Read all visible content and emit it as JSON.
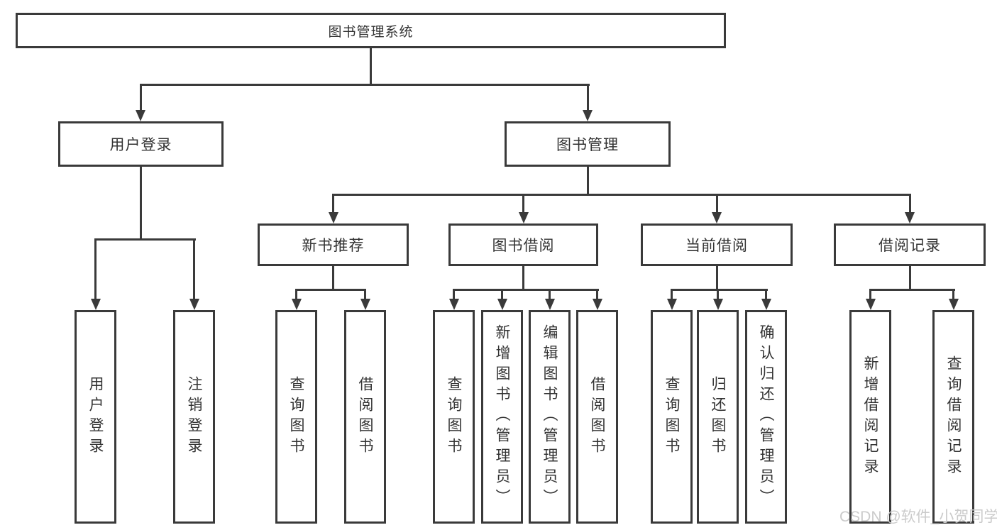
{
  "tree": {
    "label": "图书管理系统",
    "children": [
      {
        "label": "用户登录",
        "children": [
          {
            "label": "用户登录"
          },
          {
            "label": "注销登录"
          }
        ]
      },
      {
        "label": "图书管理",
        "children": [
          {
            "label": "新书推荐",
            "children": [
              {
                "label": "查询图书"
              },
              {
                "label": "借阅图书"
              }
            ]
          },
          {
            "label": "图书借阅",
            "children": [
              {
                "label": "查询图书"
              },
              {
                "label": "新增图书（管理员）"
              },
              {
                "label": "编辑图书（管理员）"
              },
              {
                "label": "借阅图书"
              }
            ]
          },
          {
            "label": "当前借阅",
            "children": [
              {
                "label": "查询图书"
              },
              {
                "label": "归还图书"
              },
              {
                "label": "确认归还（管理员）"
              }
            ]
          },
          {
            "label": "借阅记录",
            "children": [
              {
                "label": "新增借阅记录"
              },
              {
                "label": "查询借阅记录"
              }
            ]
          }
        ]
      }
    ]
  },
  "watermark": {
    "text": "CSDN @软件_小贺同学"
  },
  "colors": {
    "line": "#3a3a3a",
    "text": "#333333",
    "watermark": "#cbcbcb",
    "background": "#ffffff"
  }
}
